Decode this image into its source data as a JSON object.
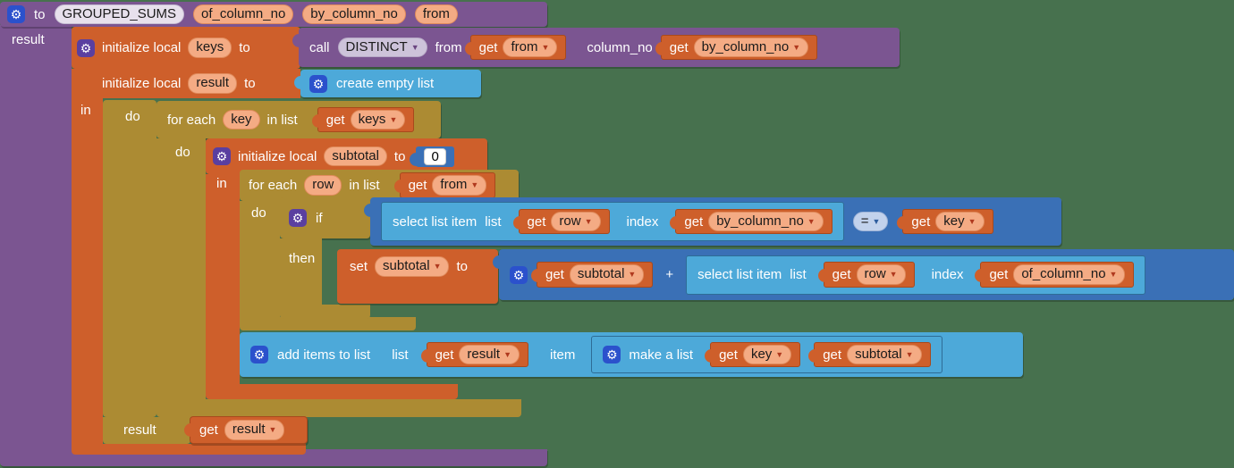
{
  "workspace": {
    "type": "blocks-editor"
  },
  "colors": {
    "background": "#47714E",
    "procedure_purple": "#7B5591",
    "variable_orange": "#CE5F2B",
    "control_olive": "#AC8B33",
    "list_blue": "#4DA9D9",
    "math_blue": "#3A70B6",
    "gear_blue": "#2B51CC",
    "gear_purple": "#5A3FA0",
    "field_salmon": "#F4AB84",
    "field_lavender": "#CDC3DA",
    "field_blue": "#C2D2EC"
  },
  "labels": {
    "to": "to",
    "result": "result",
    "call": "call",
    "from": "from",
    "column_no": "column_no",
    "init_local": "initialize local",
    "create_empty_list": "create empty list",
    "do": "do",
    "in": "in",
    "for_each": "for each",
    "in_list": "in list",
    "then": "then",
    "if": "if",
    "set": "set",
    "get": "get",
    "plus": "+",
    "eq": "=",
    "select_list_item": "select list item",
    "list": "list",
    "index": "index",
    "item": "item",
    "add_items": "add items to list",
    "make_list": "make a list",
    "zero": "0"
  },
  "proc": {
    "name": "GROUPED_SUMS",
    "params": [
      "of_column_no",
      "by_column_no",
      "from"
    ]
  },
  "vars": {
    "keys": "keys",
    "result": "result",
    "key": "key",
    "row": "row",
    "subtotal": "subtotal",
    "distinct": "DISTINCT"
  },
  "gets": {
    "from1": "from",
    "by1": "by_column_no",
    "keys1": "keys",
    "from2": "from",
    "row1": "row",
    "by2": "by_column_no",
    "key1": "key",
    "sub1": "subtotal",
    "row2": "row",
    "of1": "of_column_no",
    "result1": "result",
    "key2": "key",
    "sub2": "subtotal",
    "result2": "result"
  }
}
